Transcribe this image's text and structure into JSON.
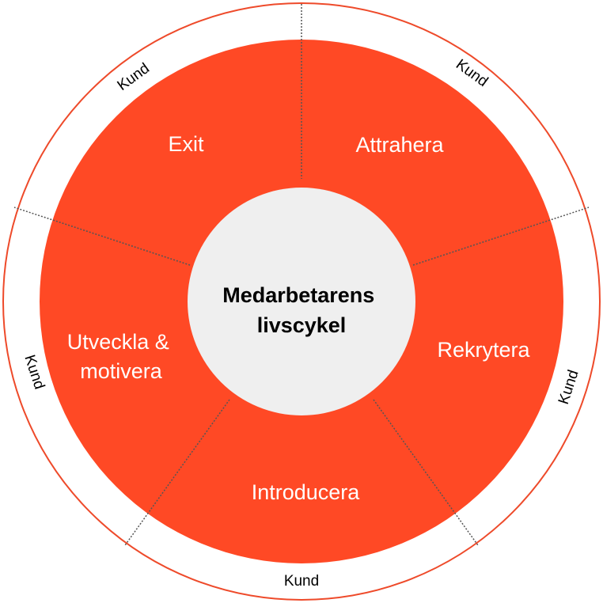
{
  "center": {
    "line1": "Medarbetarens",
    "line2": "livscykel"
  },
  "segments": [
    {
      "lines": [
        "Attrahera"
      ]
    },
    {
      "lines": [
        "Rekrytera"
      ]
    },
    {
      "lines": [
        "Introducera"
      ]
    },
    {
      "lines": [
        "Utveckla &",
        "motivera"
      ]
    },
    {
      "lines": [
        "Exit"
      ]
    }
  ],
  "outer_ring": {
    "label": "Kund"
  },
  "colors": {
    "segment_fill": "#ff4925",
    "outer_ring_stroke": "#ee4a2a",
    "center_fill": "#efefef",
    "divider": "#555555"
  }
}
